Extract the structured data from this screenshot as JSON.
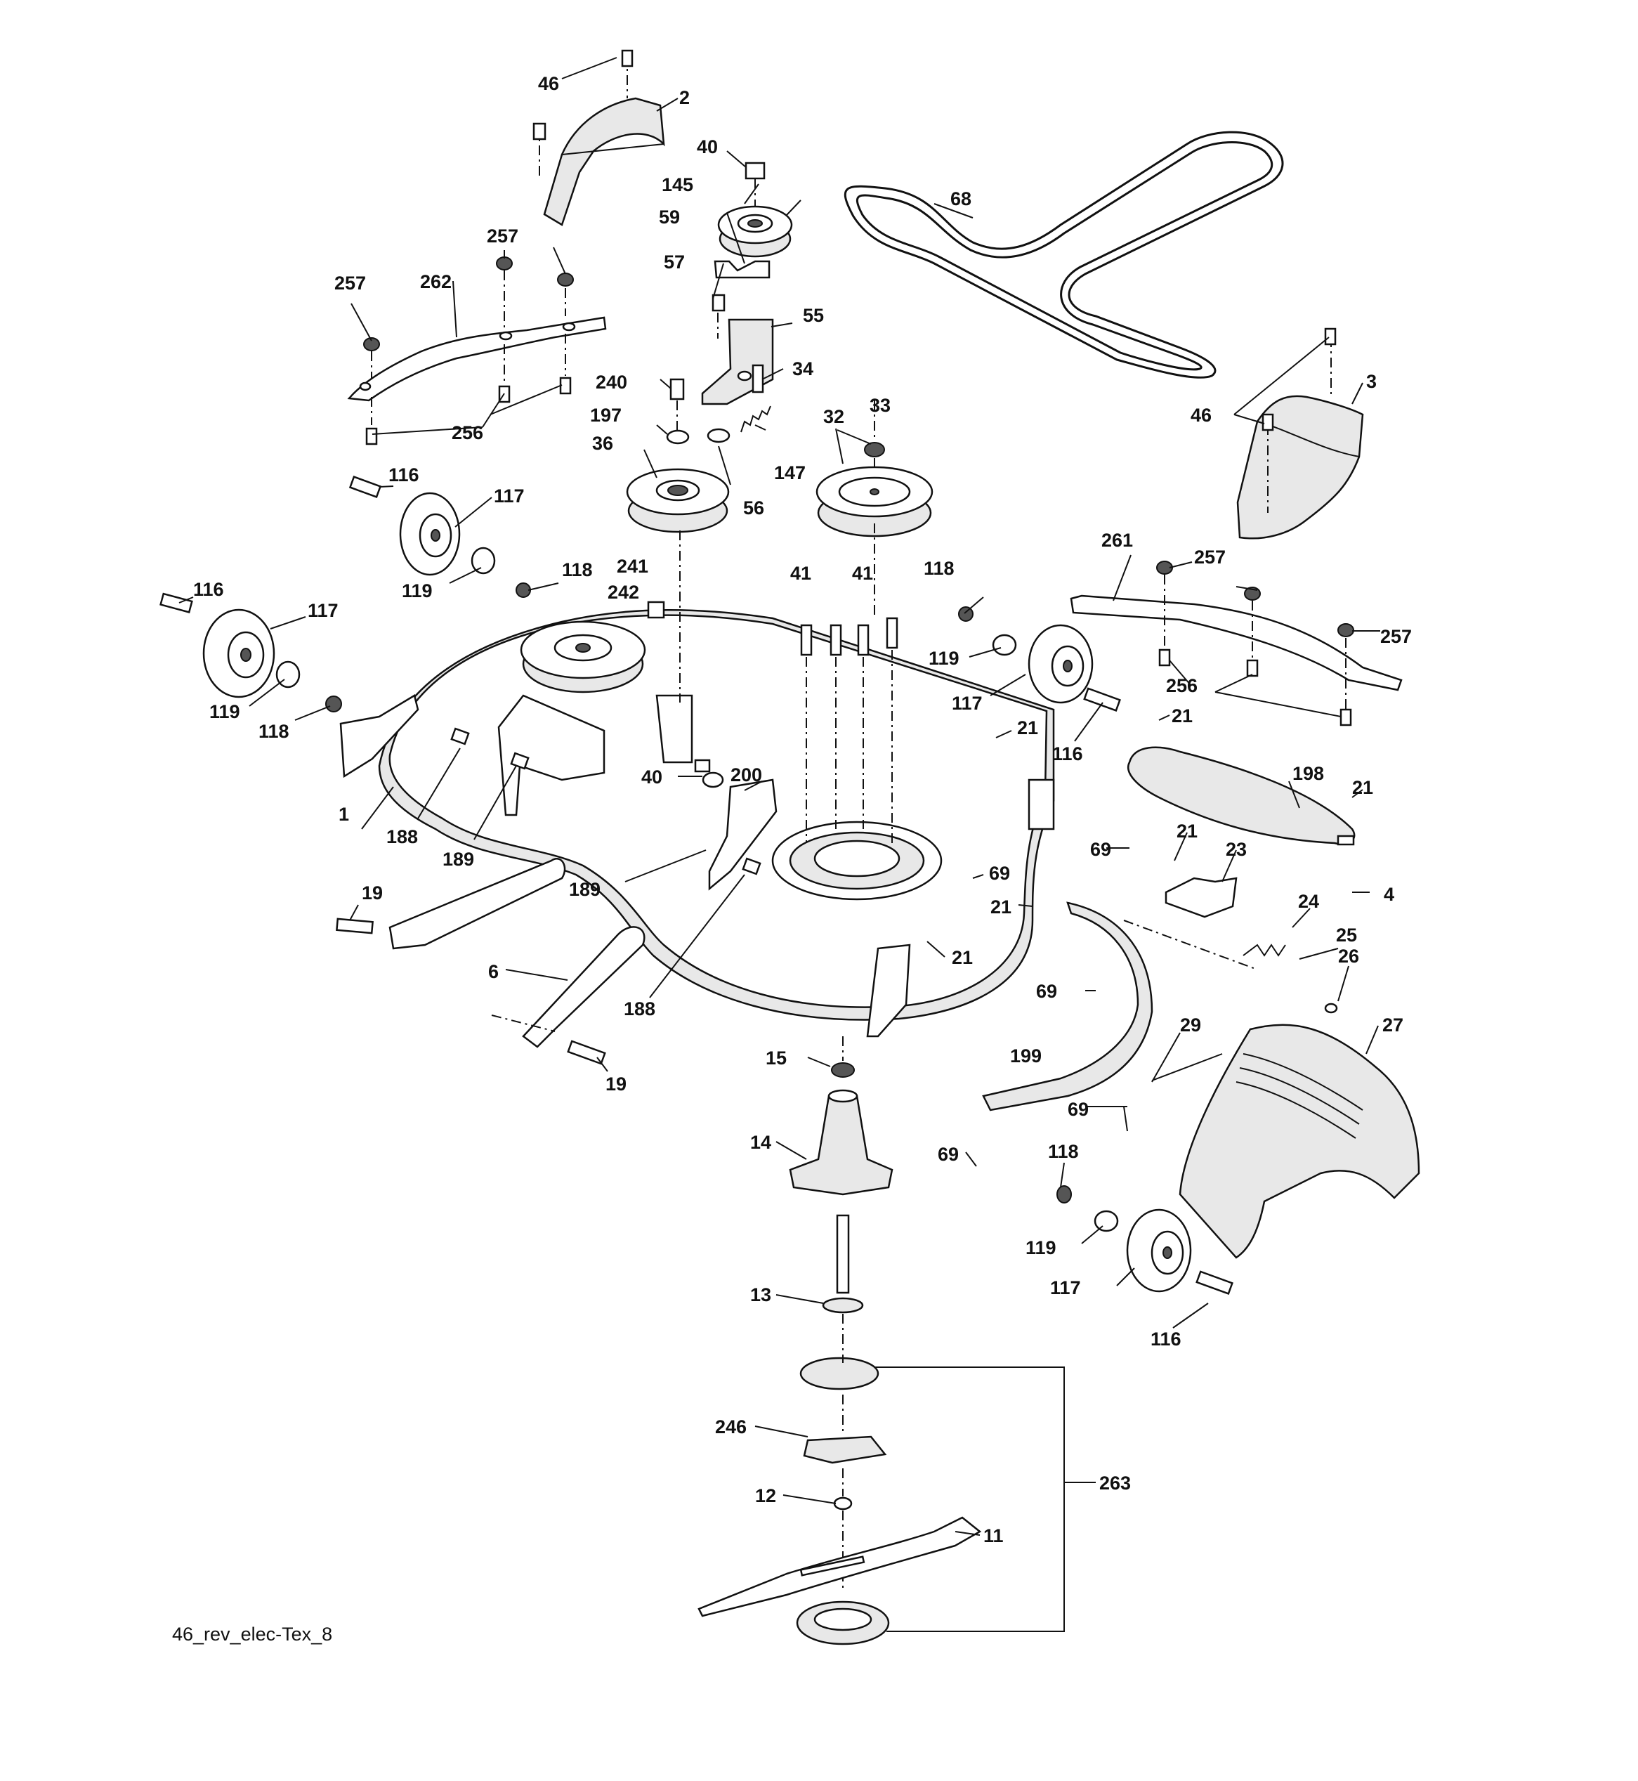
{
  "caption": "46_rev_elec-Tex_8",
  "labels": {
    "l1": "1",
    "l2": "2",
    "l3": "3",
    "l4": "4",
    "l6": "6",
    "l11": "11",
    "l12": "12",
    "l13": "13",
    "l14": "14",
    "l15": "15",
    "l19a": "19",
    "l19b": "19",
    "l21a": "21",
    "l21b": "21",
    "l21c": "21",
    "l21d": "21",
    "l21e": "21",
    "l21f": "21",
    "l23": "23",
    "l24": "24",
    "l25": "25",
    "l26": "26",
    "l27": "27",
    "l29": "29",
    "l32": "32",
    "l33": "33",
    "l34": "34",
    "l36": "36",
    "l40a": "40",
    "l40b": "40",
    "l41a": "41",
    "l41b": "41",
    "l46a": "46",
    "l46b": "46",
    "l55": "55",
    "l56": "56",
    "l57": "57",
    "l59": "59",
    "l68": "68",
    "l69a": "69",
    "l69b": "69",
    "l69c": "69",
    "l69d": "69",
    "l69e": "69",
    "l116a": "116",
    "l116b": "116",
    "l116c": "116",
    "l116d": "116",
    "l117a": "117",
    "l117b": "117",
    "l117c": "117",
    "l117d": "117",
    "l118a": "118",
    "l118b": "118",
    "l118c": "118",
    "l118d": "118",
    "l119a": "119",
    "l119b": "119",
    "l119c": "119",
    "l119d": "119",
    "l145": "145",
    "l147": "147",
    "l188a": "188",
    "l188b": "188",
    "l189a": "189",
    "l189b": "189",
    "l197": "197",
    "l198": "198",
    "l199": "199",
    "l200": "200",
    "l240": "240",
    "l241": "241",
    "l242": "242",
    "l246": "246",
    "l256a": "256",
    "l256b": "256",
    "l257a": "257",
    "l257b": "257",
    "l257c": "257",
    "l257d": "257",
    "l261": "261",
    "l262": "262",
    "l263": "263"
  }
}
